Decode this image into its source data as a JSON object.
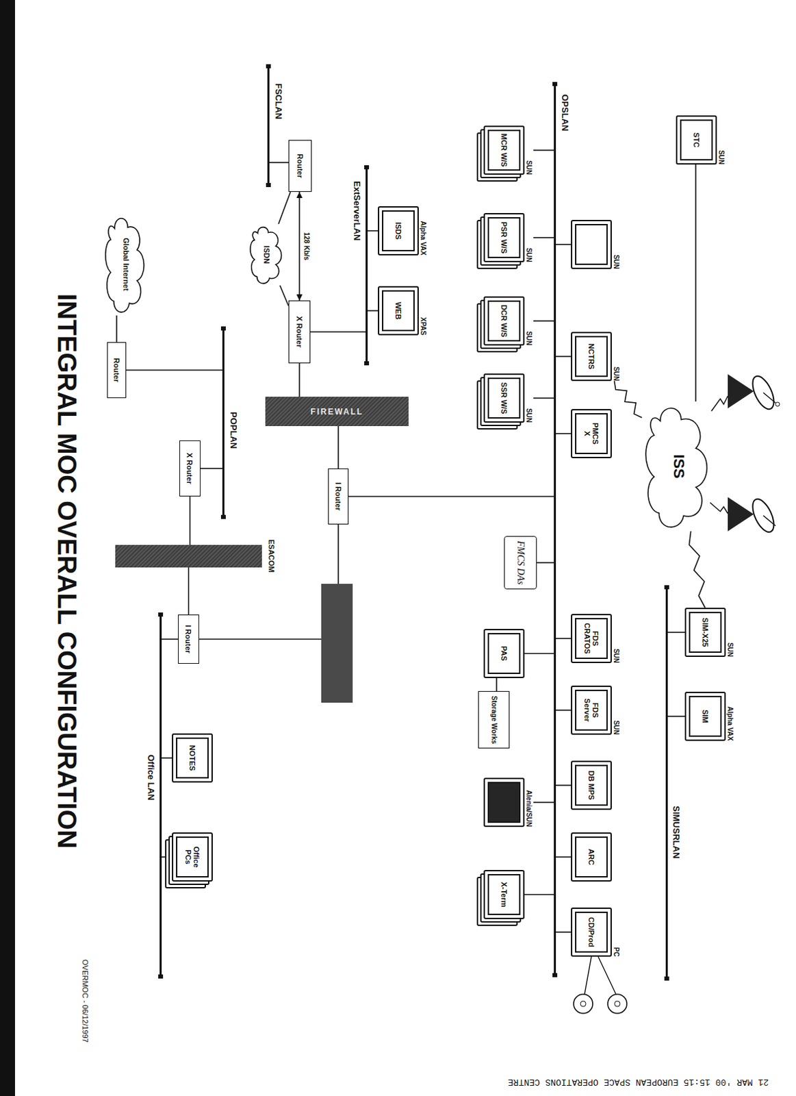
{
  "diagram": {
    "title": "INTEGRAL MOC OVERALL CONFIGURATION",
    "nodes": [
      {
        "text": [
          "SUN",
          "STC"
        ]
      },
      {
        "text": [
          "ISS"
        ]
      },
      {
        "text": [
          "SIMUSRLAN"
        ]
      },
      {
        "text": [
          "SUN",
          "SIM-X25"
        ]
      },
      {
        "text": [
          "Alpha VAX",
          "SIM"
        ]
      },
      {
        "text": [
          "OPSLAN"
        ]
      },
      {
        "text": [
          "SUN"
        ]
      },
      {
        "text": [
          "SUN",
          "NCTRS"
        ]
      },
      {
        "text": [
          "PMCS",
          "X"
        ]
      },
      {
        "text": [
          "SUN",
          "FDS CRATOS"
        ]
      },
      {
        "text": [
          "SUN",
          "FDS Server"
        ]
      },
      {
        "text": [
          "DB MPS"
        ]
      },
      {
        "text": [
          "ARC"
        ]
      },
      {
        "text": [
          "PC",
          "CD/Prod"
        ]
      },
      {
        "text": [
          "SUN",
          "MCR W/S"
        ]
      },
      {
        "text": [
          "SUN",
          "PSR W/S"
        ]
      },
      {
        "text": [
          "SUN",
          "DCR W/S"
        ]
      },
      {
        "text": [
          "SUN",
          "SSR W/S"
        ]
      },
      {
        "text": [
          "FMCS DAs"
        ]
      },
      {
        "text": [
          "PAS"
        ]
      },
      {
        "text": [
          "Storage Works"
        ]
      },
      {
        "text": [
          "Alenia/SUN"
        ]
      },
      {
        "text": [
          "X-Term"
        ]
      },
      {
        "text": [
          "ExtServerLAN"
        ]
      },
      {
        "text": [
          "Alpha VAX",
          "ISDS"
        ]
      },
      {
        "text": [
          "XPAS",
          "WEB"
        ]
      },
      {
        "text": [
          "FSCLAN"
        ]
      },
      {
        "text": [
          "Router"
        ]
      },
      {
        "text": [
          "ISDN"
        ]
      },
      {
        "text": [
          "X Router"
        ]
      },
      {
        "text": [
          "FIREWALL"
        ]
      },
      {
        "text": [
          "I Router"
        ]
      },
      {
        "text": [
          "POPLAN"
        ]
      },
      {
        "text": [
          "Global Internet"
        ]
      },
      {
        "text": [
          "Router"
        ]
      },
      {
        "text": [
          "X Router"
        ]
      },
      {
        "text": [
          "ESACOM"
        ]
      },
      {
        "text": [
          "I Router"
        ]
      },
      {
        "text": [
          "Office LAN"
        ]
      },
      {
        "text": [
          "NOTES"
        ]
      },
      {
        "text": [
          "Office PCs"
        ]
      }
    ],
    "edges": [
      {
        "from": 0,
        "to": 1,
        "arrow": "none"
      },
      {
        "from": 1,
        "to": 3,
        "arrow": "none"
      },
      {
        "from": 3,
        "to": 2,
        "arrow": "none"
      },
      {
        "from": 4,
        "to": 2,
        "arrow": "none"
      },
      {
        "from": 7,
        "to": 1,
        "arrow": "none"
      },
      {
        "from": 6,
        "to": 5,
        "arrow": "none"
      },
      {
        "from": 7,
        "to": 5,
        "arrow": "none"
      },
      {
        "from": 8,
        "to": 5,
        "arrow": "none"
      },
      {
        "from": 9,
        "to": 5,
        "arrow": "none"
      },
      {
        "from": 10,
        "to": 5,
        "arrow": "none"
      },
      {
        "from": 11,
        "to": 5,
        "arrow": "none"
      },
      {
        "from": 12,
        "to": 5,
        "arrow": "none"
      },
      {
        "from": 13,
        "to": 5,
        "arrow": "none"
      },
      {
        "from": 14,
        "to": 5,
        "arrow": "none"
      },
      {
        "from": 15,
        "to": 5,
        "arrow": "none"
      },
      {
        "from": 16,
        "to": 5,
        "arrow": "none"
      },
      {
        "from": 17,
        "to": 5,
        "arrow": "none"
      },
      {
        "from": 18,
        "to": 5,
        "arrow": "none"
      },
      {
        "from": 19,
        "to": 5,
        "arrow": "none"
      },
      {
        "from": 21,
        "to": 5,
        "arrow": "none"
      },
      {
        "from": 22,
        "to": 5,
        "arrow": "none"
      },
      {
        "from": 19,
        "to": 20,
        "arrow": "none"
      },
      {
        "from": 24,
        "to": 23,
        "arrow": "none"
      },
      {
        "from": 25,
        "to": 23,
        "arrow": "none"
      },
      {
        "from": 27,
        "to": 26,
        "arrow": "none"
      },
      {
        "from": 27,
        "to": 29,
        "label": "128 Kb/s",
        "arrow": "both"
      },
      {
        "from": 27,
        "to": 28,
        "arrow": "none"
      },
      {
        "from": 28,
        "to": 29,
        "arrow": "none"
      },
      {
        "from": 29,
        "to": 23,
        "arrow": "none"
      },
      {
        "from": 29,
        "to": 30,
        "arrow": "none"
      },
      {
        "from": 30,
        "to": 31,
        "arrow": "none"
      },
      {
        "from": 31,
        "to": 5,
        "arrow": "none"
      },
      {
        "from": 35,
        "to": 32,
        "arrow": "none"
      },
      {
        "from": 34,
        "to": 32,
        "arrow": "none"
      },
      {
        "from": 34,
        "to": 33,
        "arrow": "none"
      },
      {
        "from": 35,
        "to": 36,
        "arrow": "none"
      },
      {
        "from": 36,
        "to": 37,
        "arrow": "none"
      },
      {
        "from": 37,
        "to": 38,
        "arrow": "none"
      },
      {
        "from": 39,
        "to": 38,
        "arrow": "none"
      },
      {
        "from": 40,
        "to": 38,
        "arrow": "none"
      }
    ],
    "labels": [
      "OVERMOC - 06/12/1997",
      "21 MAR '00 15:15 EUROPEAN SPACE OPERATIONS CENTRE"
    ]
  }
}
